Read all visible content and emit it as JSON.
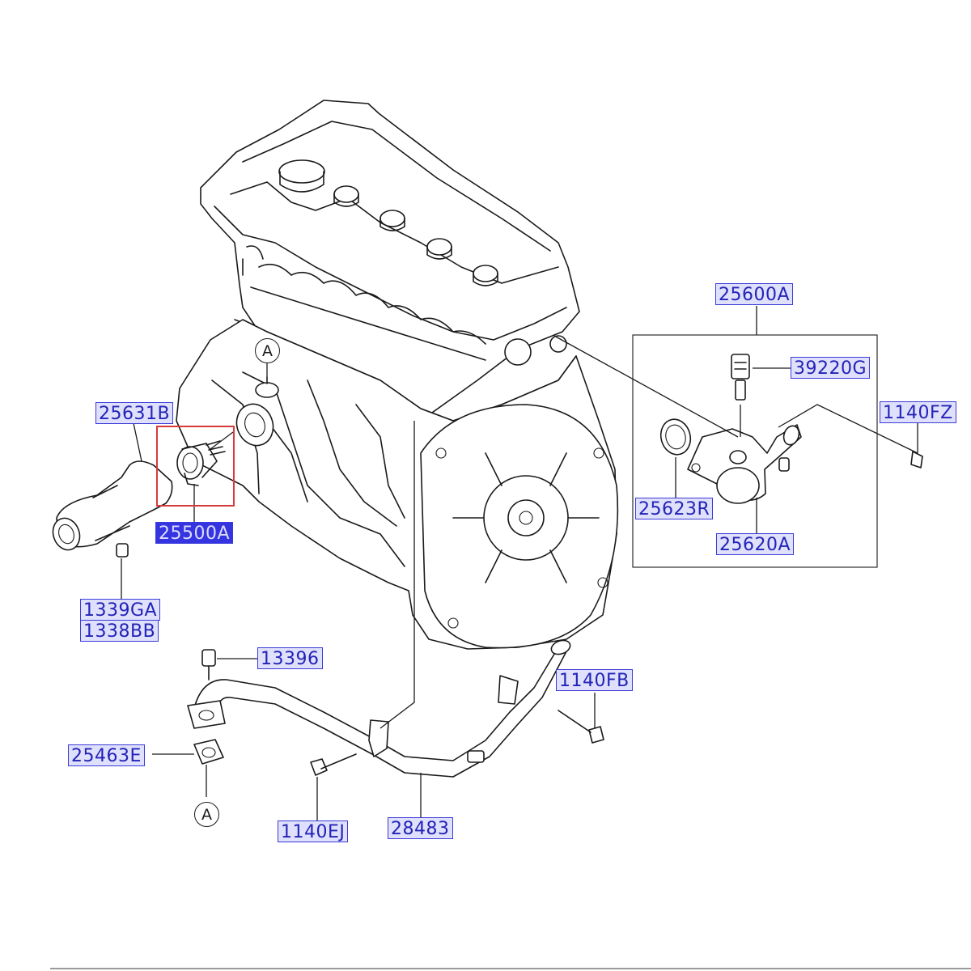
{
  "callouts": {
    "c25600A": "25600A",
    "c39220G": "39220G",
    "c1140FZ": "1140FZ",
    "c25623R": "25623R",
    "c25620A": "25620A",
    "c25631B": "25631B",
    "c25500A": "25500A",
    "c1339GA": "1339GA",
    "c1338BB": "1338BB",
    "c13396": "13396",
    "c1140FB": "1140FB",
    "c25463E": "25463E",
    "c1140EJ": "1140EJ",
    "c28483": "28483"
  },
  "references": {
    "top_a": "A",
    "bottom_a": "A"
  },
  "colors": {
    "callout_fill": "#dfe0fb",
    "callout_text": "#2323b8",
    "selected_fill": "#3434e0",
    "highlight_box": "#d83a3a"
  },
  "selected_part": "25500A"
}
